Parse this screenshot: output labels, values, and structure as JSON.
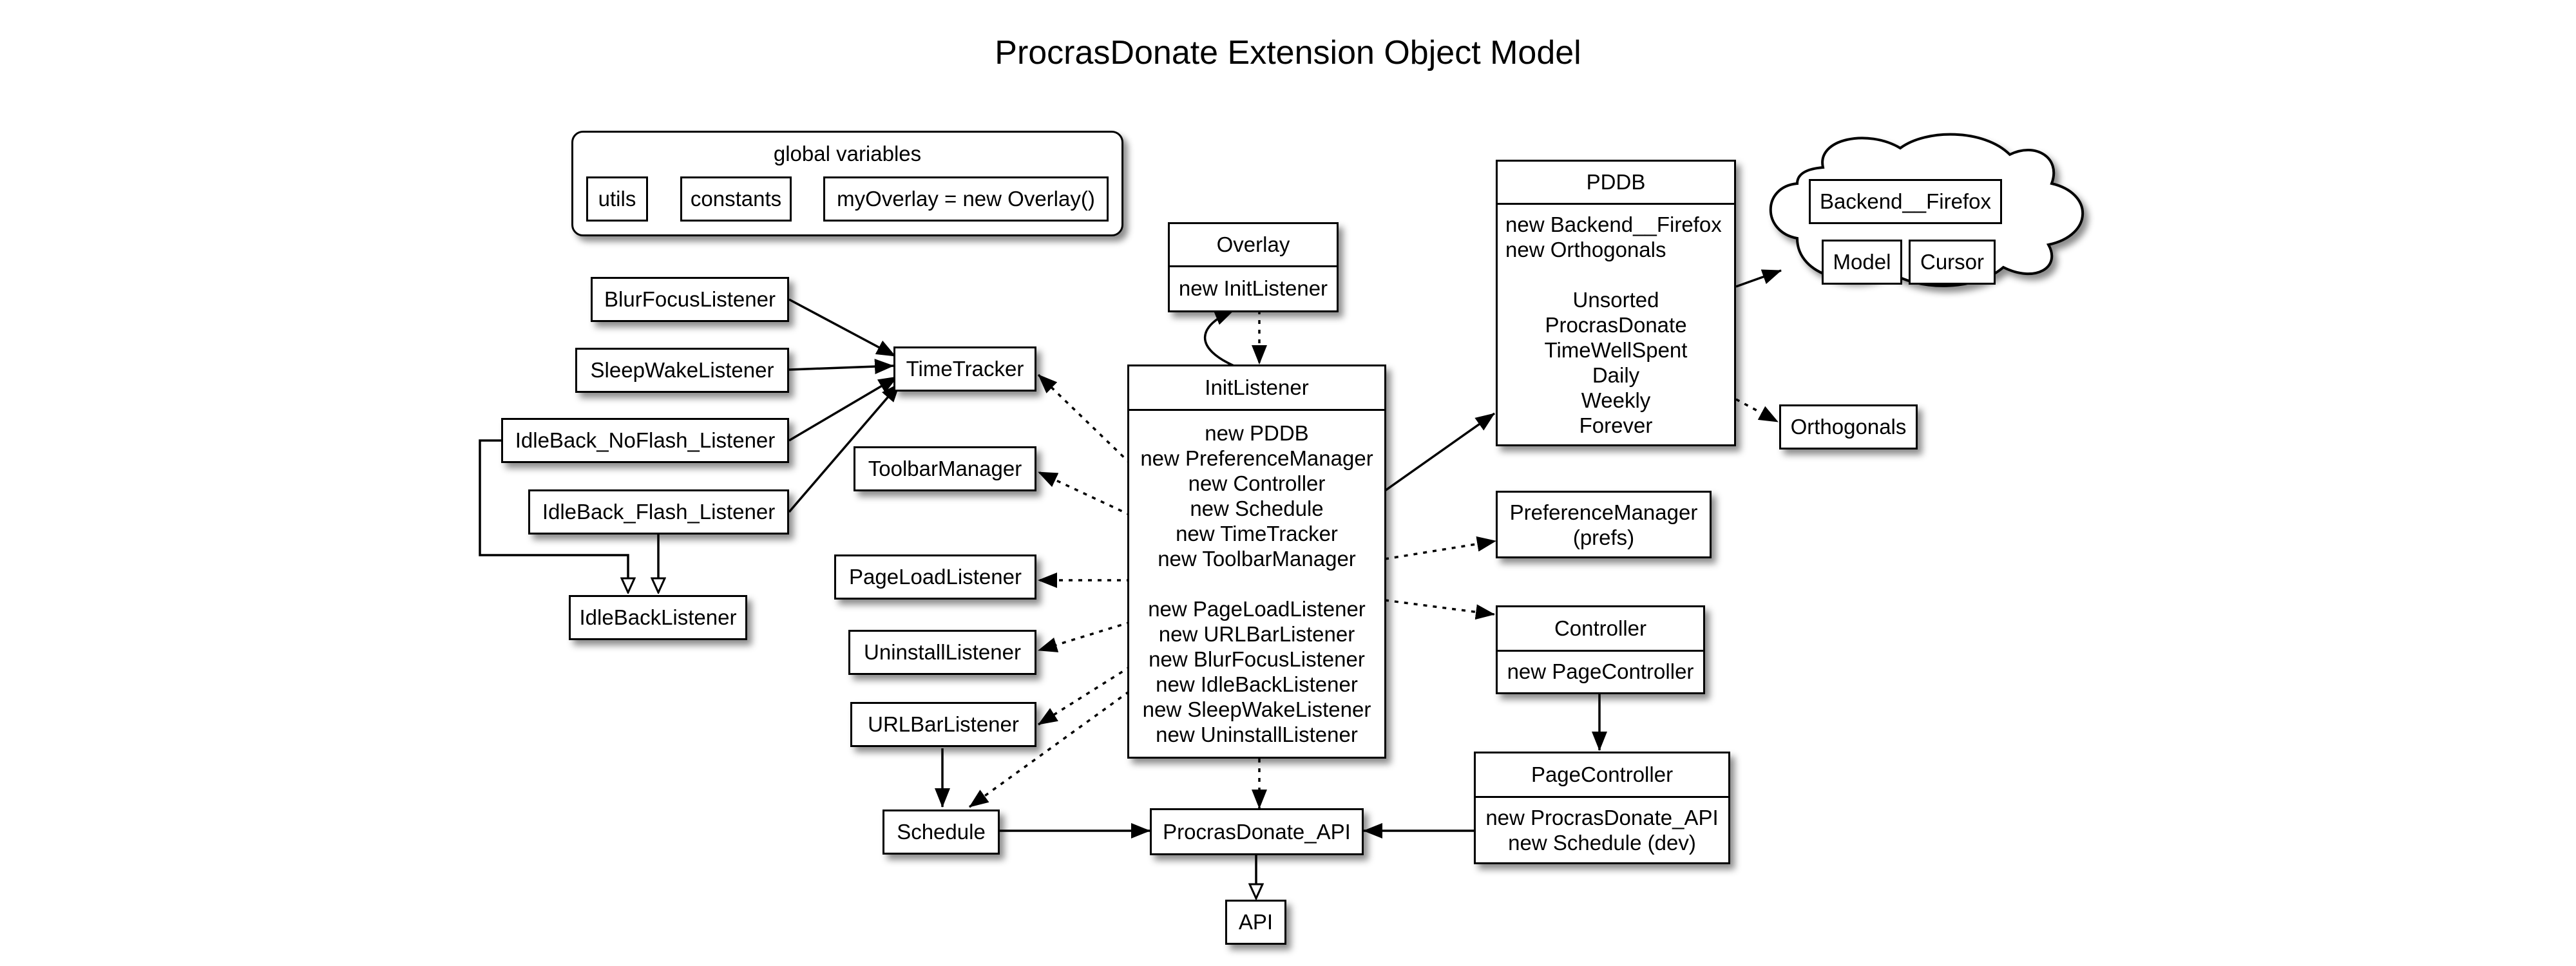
{
  "title": "ProcrasDonate Extension Object Model",
  "global_variables": {
    "label": "global variables",
    "items": [
      "utils",
      "constants",
      "myOverlay = new Overlay()"
    ]
  },
  "listeners_left": {
    "blur_focus": "BlurFocusListener",
    "sleep_wake": "SleepWakeListener",
    "idle_noflash": "IdleBack_NoFlash_Listener",
    "idle_flash": "IdleBack_Flash_Listener",
    "idle_back": "IdleBackListener"
  },
  "time_tracker": "TimeTracker",
  "toolbar_manager": "ToolbarManager",
  "page_load_listener": "PageLoadListener",
  "uninstall_listener": "UninstallListener",
  "urlbar_listener": "URLBarListener",
  "schedule": "Schedule",
  "overlay": {
    "title": "Overlay",
    "body": "new InitListener"
  },
  "init_listener": {
    "title": "InitListener",
    "lines": [
      "new PDDB",
      "new PreferenceManager",
      "new Controller",
      "new Schedule",
      "new TimeTracker",
      "new ToolbarManager",
      "",
      "new PageLoadListener",
      "new URLBarListener",
      "new BlurFocusListener",
      "new IdleBackListener",
      "new SleepWakeListener",
      "new UninstallListener"
    ]
  },
  "procrasdonate_api": "ProcrasDonate_API",
  "api": "API",
  "pddb": {
    "title": "PDDB",
    "lines_left": [
      "new Backend__Firefox",
      "new Orthogonals"
    ],
    "lines_center": [
      "Unsorted",
      "ProcrasDonate",
      "TimeWellSpent",
      "Daily",
      "Weekly",
      "Forever"
    ]
  },
  "cloud": {
    "backend": "Backend__Firefox",
    "model": "Model",
    "cursor": "Cursor"
  },
  "orthogonals": "Orthogonals",
  "preference_manager": [
    "PreferenceManager",
    "(prefs)"
  ],
  "controller": {
    "title": "Controller",
    "body": "new PageController"
  },
  "page_controller": {
    "title": "PageController",
    "lines": [
      "new ProcrasDonate_API",
      "new Schedule (dev)"
    ]
  }
}
